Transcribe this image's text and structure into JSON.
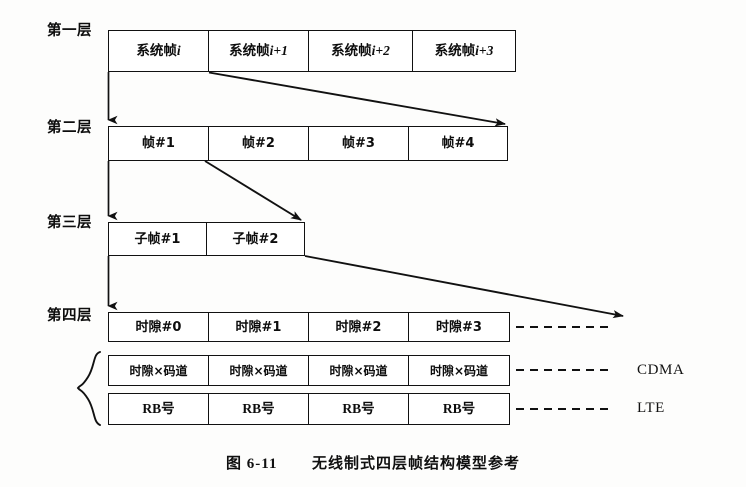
{
  "figure": {
    "caption_number": "图 6-11",
    "caption_text": "无线制式四层帧结构模型参考"
  },
  "layers": [
    {
      "id": "layer-1",
      "label": "第一层"
    },
    {
      "id": "layer-2",
      "label": "第二层"
    },
    {
      "id": "layer-3",
      "label": "第三层"
    },
    {
      "id": "layer-4",
      "label": "第四层"
    }
  ],
  "rows": {
    "system_frames": {
      "cells": [
        {
          "base": "系统帧",
          "index": "i"
        },
        {
          "base": "系统帧",
          "index": "i+1"
        },
        {
          "base": "系统帧",
          "index": "i+2"
        },
        {
          "base": "系统帧",
          "index": "i+3"
        }
      ]
    },
    "frames": {
      "cells": [
        {
          "label": "帧#1"
        },
        {
          "label": "帧#2"
        },
        {
          "label": "帧#3"
        },
        {
          "label": "帧#4"
        }
      ]
    },
    "subframes": {
      "cells": [
        {
          "label": "子帧#1"
        },
        {
          "label": "子帧#2"
        }
      ]
    },
    "timeslots": {
      "cells": [
        {
          "label": "时隙#0"
        },
        {
          "label": "时隙#1"
        },
        {
          "label": "时隙#2"
        },
        {
          "label": "时隙#3"
        }
      ]
    },
    "cdma": {
      "tech": "CDMA",
      "cells": [
        {
          "label": "时隙×码道"
        },
        {
          "label": "时隙×码道"
        },
        {
          "label": "时隙×码道"
        },
        {
          "label": "时隙×码道"
        }
      ]
    },
    "lte": {
      "tech": "LTE",
      "cells": [
        {
          "label": "RB号"
        },
        {
          "label": "RB号"
        },
        {
          "label": "RB号"
        },
        {
          "label": "RB号"
        }
      ]
    }
  },
  "colors": {
    "ink": "#111111",
    "paper": "#fdfdfc"
  }
}
